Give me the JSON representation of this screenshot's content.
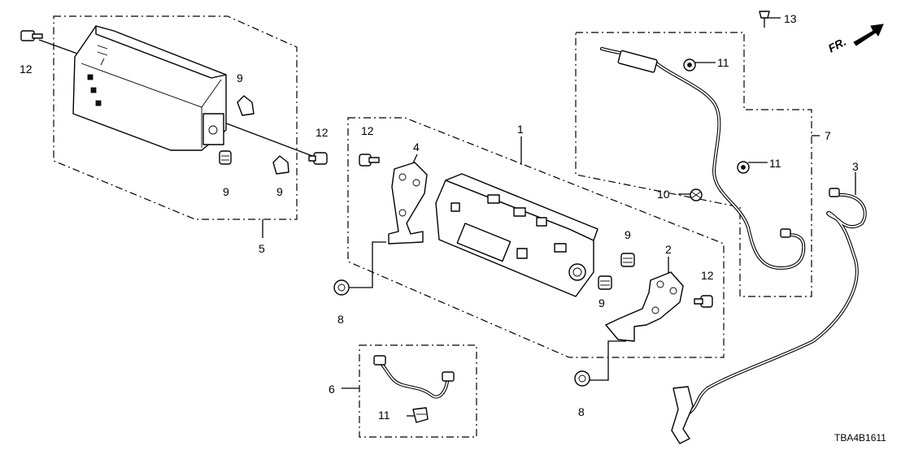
{
  "diagram": {
    "callouts": {
      "p1": "1",
      "p2": "2",
      "p3": "3",
      "p4": "4",
      "p5": "5",
      "p6": "6",
      "p7": "7",
      "p8a": "8",
      "p8b": "8",
      "p9a": "9",
      "p9b": "9",
      "p9c": "9",
      "p9d": "9",
      "p9e": "9",
      "p10": "10",
      "p11a": "11",
      "p11b": "11",
      "p11c": "11",
      "p12a": "12",
      "p12b": "12",
      "p12c": "12",
      "p12d": "12",
      "p13": "13"
    },
    "direction_label": "FR.",
    "diagram_code": "TBA4B1611"
  }
}
